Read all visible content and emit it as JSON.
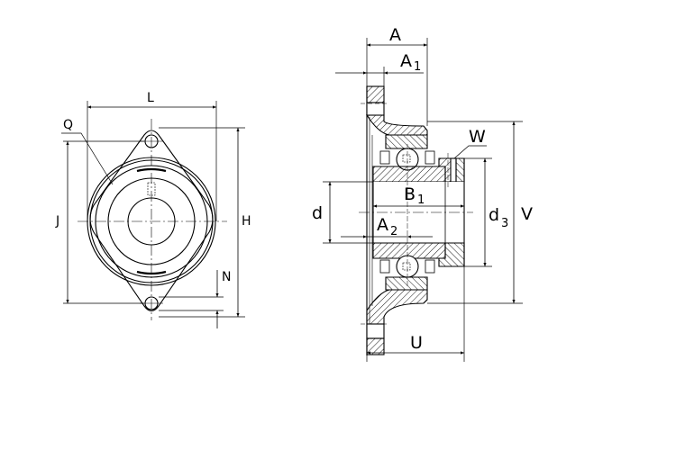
{
  "diagram": {
    "type": "bearing-flange-unit-technical-drawing",
    "line_color": "#000000",
    "background": "#ffffff",
    "front_view": {
      "labels": {
        "L": "L",
        "Q": "Q",
        "J": "J",
        "H": "H",
        "N": "N"
      }
    },
    "section_view": {
      "labels": {
        "A": "A",
        "A1_main": "A",
        "A1_sub": "1",
        "W": "W",
        "B1_main": "B",
        "B1_sub": "1",
        "d": "d",
        "A2_main": "A",
        "A2_sub": "2",
        "d3_main": "d",
        "d3_sub": "3",
        "V": "V",
        "U": "U"
      }
    }
  }
}
